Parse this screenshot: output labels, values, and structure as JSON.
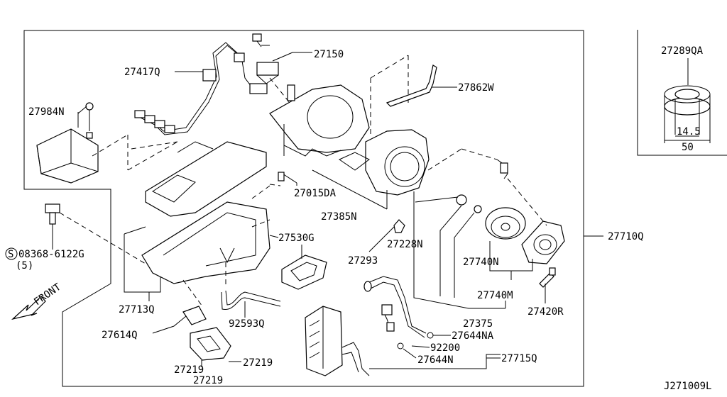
{
  "diagram_id": "J271009L",
  "inset": {
    "part": "27289QA",
    "dim_inner": "14.5",
    "dim_outer": "50"
  },
  "front_label": "FRONT",
  "bolt": {
    "symbol": "S",
    "part": "08368-6122G",
    "qty": "(5)"
  },
  "labels": {
    "p27150": "27150",
    "p27417Q": "27417Q",
    "p27862W": "27862W",
    "p27984N": "27984N",
    "p27015DA": "27015DA",
    "p27385N": "27385N",
    "p27530G": "27530G",
    "p27710Q": "27710Q",
    "p27228N": "27228N",
    "p27293": "27293",
    "p27740N": "27740N",
    "p27740M": "27740M",
    "p27713Q": "27713Q",
    "p92593Q": "92593Q",
    "p27375": "27375",
    "p27420R": "27420R",
    "p27614Q": "27614Q",
    "p27644NA": "27644NA",
    "p92200": "92200",
    "p27644N": "27644N",
    "p27715Q": "27715Q",
    "p27219a": "27219",
    "p27219b": "27219",
    "p27219c": "27219"
  }
}
